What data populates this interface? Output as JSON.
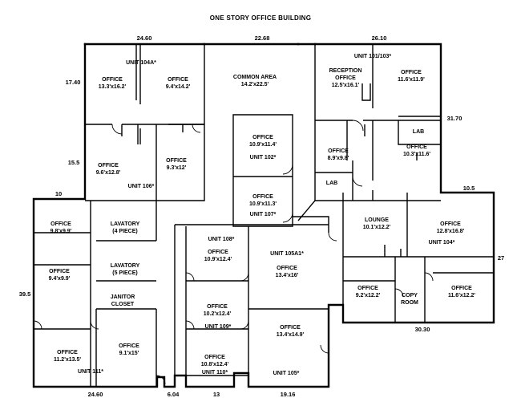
{
  "title": "ONE STORY OFFICE BUILDING",
  "dimensions": {
    "top_left": "24.60",
    "top_center": "22.68",
    "top_right": "26.10",
    "left_upper": "17.40",
    "left_middle": "15.5",
    "left_step": "10",
    "left_lower": "39.5",
    "right_upper": "31.70",
    "right_step": "10.5",
    "right_lower": "27",
    "right_bottom": "30.30",
    "bottom_left": "24.60",
    "bottom_a": "6.04",
    "bottom_b": "13",
    "bottom_c": "19.16"
  },
  "rooms": {
    "unit_104a": "UNIT 104A*",
    "office_104a_1": [
      "OFFICE",
      "13.3'x16.2'"
    ],
    "office_104a_2": [
      "OFFICE",
      "9.4'x14.2'"
    ],
    "common_area": [
      "COMMON AREA",
      "14.2'x22.5'"
    ],
    "unit_101_103": "UNIT 101/103*",
    "reception": [
      "RECEPTION",
      "OFFICE",
      "12.5'x16.1'"
    ],
    "office_r1": [
      "OFFICE",
      "11.6'x11.9'"
    ],
    "lab_1": "LAB",
    "office_r2": [
      "OFFICE",
      "8.9'x9.8'"
    ],
    "office_r3": [
      "OFFICE",
      "10.3'x11.6'"
    ],
    "lab_2": "LAB",
    "office_106_1": [
      "OFFICE",
      "9.6'x12.8'"
    ],
    "office_106_2": [
      "OFFICE",
      "9.3'x12'"
    ],
    "unit_106": "UNIT 106*",
    "office_102": [
      "OFFICE",
      "10.9'x11.4'"
    ],
    "unit_102": "UNIT 102*",
    "office_107": [
      "OFFICE",
      "10.9'x11.3'"
    ],
    "unit_107": "UNIT 107*",
    "office_l1": [
      "OFFICE",
      "9.8'x9.9'"
    ],
    "lavatory_4": [
      "LAVATORY",
      "(4 PIECE)"
    ],
    "office_l2": [
      "OFFICE",
      "9.4'x9.9'"
    ],
    "lavatory_5": [
      "LAVATORY",
      "(5 PIECE)"
    ],
    "janitor": [
      "JANITOR",
      "CLOSET"
    ],
    "office_111_1": [
      "OFFICE",
      "11.2'x13.5'"
    ],
    "office_111_2": [
      "OFFICE",
      "9.1'x15'"
    ],
    "unit_111": "UNIT 111*",
    "unit_108": "UNIT 108*",
    "office_108": [
      "OFFICE",
      "10.9'x12.4'"
    ],
    "unit_105a1": "UNIT 105A1*",
    "office_105a1": [
      "OFFICE",
      "13.4'x16'"
    ],
    "office_109": [
      "OFFICE",
      "10.2'x12.4'"
    ],
    "unit_109": "UNIT 109*",
    "office_105": [
      "OFFICE",
      "13.4'x14.9'"
    ],
    "unit_105": "UNIT 105*",
    "office_110": [
      "OFFICE",
      "10.8'x12.4'"
    ],
    "unit_110": "UNIT 110*",
    "lounge": [
      "LOUNGE",
      "10.1'x12.2'"
    ],
    "office_104_1": [
      "OFFICE",
      "12.8'x16.8'"
    ],
    "unit_104": "UNIT 104*",
    "office_104_2": [
      "OFFICE",
      "9.2'x12.2'"
    ],
    "copy_room": [
      "COPY",
      "ROOM"
    ],
    "office_104_3": [
      "OFFICE",
      "11.6'x12.2'"
    ]
  }
}
